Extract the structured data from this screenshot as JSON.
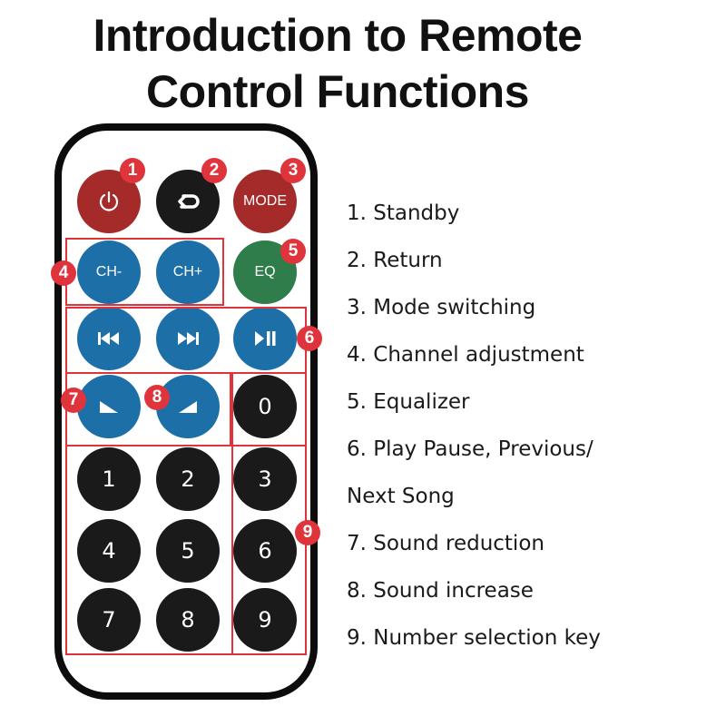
{
  "title": {
    "line1": "Introduction to Remote",
    "line2": "Control Functions"
  },
  "buttons": {
    "mode": "MODE",
    "ch_minus": "CH-",
    "ch_plus": "CH+",
    "eq": "EQ",
    "digits": [
      "0",
      "1",
      "2",
      "3",
      "4",
      "5",
      "6",
      "7",
      "8",
      "9"
    ]
  },
  "badges": [
    "1",
    "2",
    "3",
    "4",
    "5",
    "6",
    "7",
    "8",
    "9"
  ],
  "legend": [
    "1. Standby",
    "2. Return",
    "3. Mode switching",
    "4. Channel adjustment",
    "5. Equalizer",
    "6. Play Pause, Previous/",
    "Next Song",
    "7. Sound reduction",
    "8. Sound increase",
    "9. Number selection key"
  ],
  "colors": {
    "power": "#a52a2a",
    "mode": "#a52a2a",
    "return": "#1a1a1a",
    "channel": "#1d6fa8",
    "eq": "#2e7d4a",
    "highlight": "#e0343c"
  }
}
